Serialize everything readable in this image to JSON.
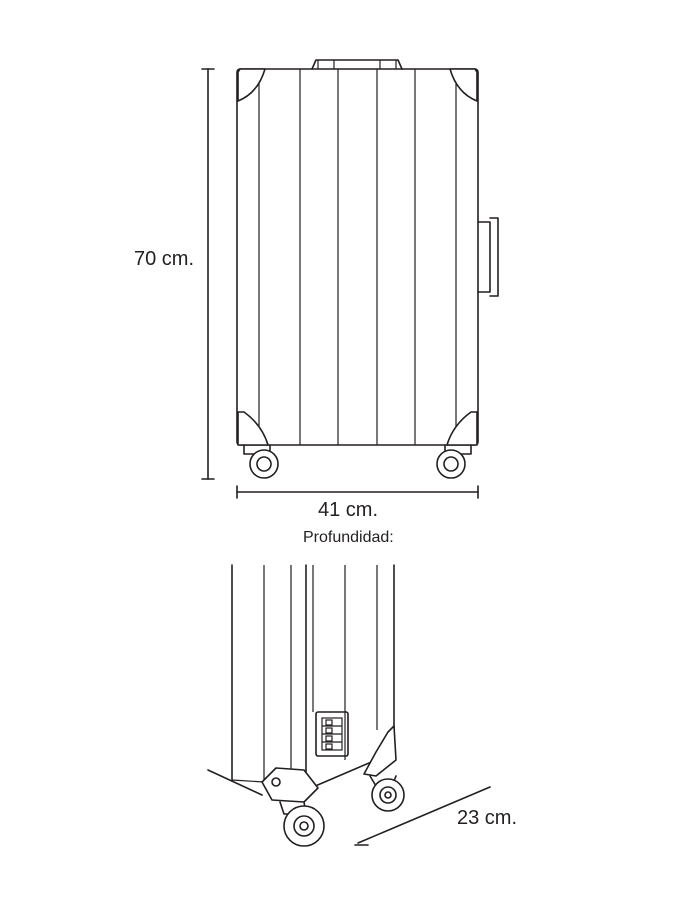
{
  "dimensions": {
    "height_label": "70 cm.",
    "width_label": "41 cm.",
    "depth_label": "23 cm.",
    "side_view_title": "Profundidad:"
  },
  "colors": {
    "ink": "#231f20",
    "background": "#ffffff"
  }
}
